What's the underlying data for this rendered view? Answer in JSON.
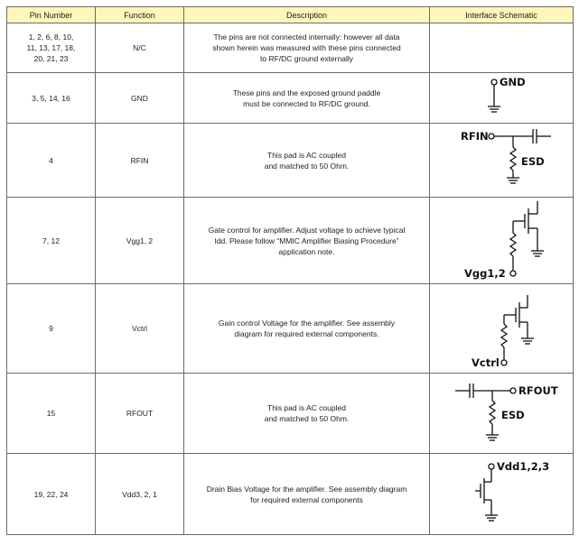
{
  "headers": [
    "Pin Number",
    "Function",
    "Description",
    "Interface Schematic"
  ],
  "rows": [
    {
      "pin": "1, 2, 6, 8, 10,\n11, 13, 17, 18,\n20, 21, 23",
      "function": "N/C",
      "description": "The pins are not connected internally: however all data\nshown herein was measured with these pins connected\nto RF/DC ground externally"
    },
    {
      "pin": "3, 5, 14, 16",
      "function": "GND",
      "description": "These pins and the exposed ground paddle\nmust be connected to RF/DC ground.",
      "schematic": {
        "labels": [
          "GND"
        ]
      }
    },
    {
      "pin": "4",
      "function": "RFIN",
      "description": "This pad is AC coupled\nand matched to 50 Ohm.",
      "schematic": {
        "labels": [
          "RFIN",
          "ESD"
        ]
      }
    },
    {
      "pin": "7, 12",
      "function": "Vgg1, 2",
      "description": "Gate control for amplifier. Adjust voltage to achieve typical\nIdd. Please follow “MMIC Amplifier Biasing Procedure”\napplication note.",
      "schematic": {
        "labels": [
          "Vgg1,2"
        ]
      }
    },
    {
      "pin": "9",
      "function": "Vctrl",
      "description": "Gain control Voltage for the amplifier. See assembly\ndiagram for required external components.",
      "schematic": {
        "labels": [
          "Vctrl"
        ]
      }
    },
    {
      "pin": "15",
      "function": "RFOUT",
      "description": "This pad is AC coupled\nand matched to 50 Ohm.",
      "schematic": {
        "labels": [
          "RFOUT",
          "ESD"
        ]
      }
    },
    {
      "pin": "19, 22, 24",
      "function": "Vdd3, 2, 1",
      "description": "Drain Bias Voltage for the amplifier. See assembly diagram\nfor required external components",
      "schematic": {
        "labels": [
          "Vdd1,2,3"
        ]
      }
    }
  ]
}
